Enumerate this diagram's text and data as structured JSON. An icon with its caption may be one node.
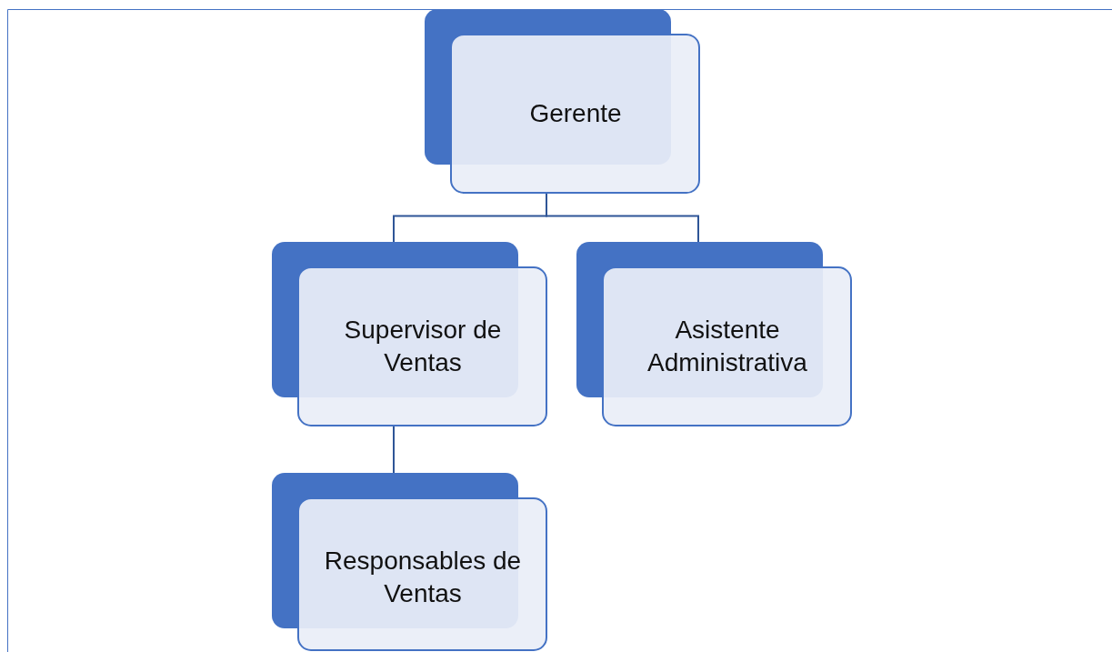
{
  "diagram": {
    "nodes": [
      {
        "text": [
          "Gerente"
        ]
      },
      {
        "text": [
          "Supervisor de Ventas"
        ]
      },
      {
        "text": [
          "Asistente Administrativa"
        ]
      },
      {
        "text": [
          "Responsables de Ventas"
        ]
      }
    ],
    "edges": [
      {
        "from": 0,
        "to": 1,
        "arrow": "none"
      },
      {
        "from": 0,
        "to": 2,
        "arrow": "none"
      },
      {
        "from": 1,
        "to": 3,
        "arrow": "none"
      }
    ]
  }
}
